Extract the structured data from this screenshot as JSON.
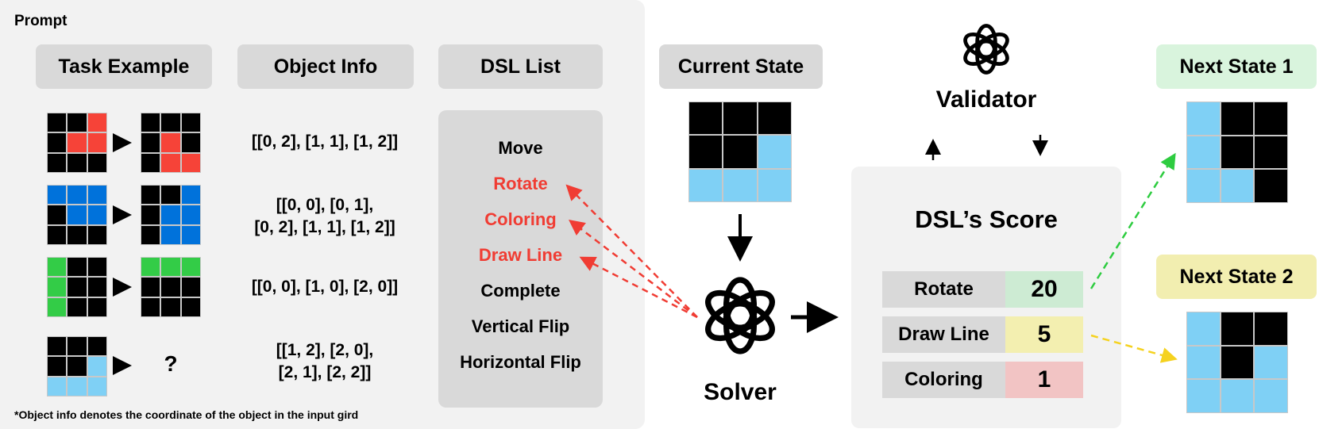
{
  "prompt": {
    "title": "Prompt",
    "headers": {
      "task_example": "Task Example",
      "object_info": "Object Info",
      "dsl_list": "DSL List"
    },
    "object_info": [
      [
        "[[0, 2], [1, 1], [1, 2]]"
      ],
      [
        "[[0, 0], [0, 1],",
        "[0, 2], [1, 1], [1, 2]]"
      ],
      [
        "[[0, 0], [1, 0], [2, 0]]"
      ],
      [
        "[[1, 2], [2, 0],",
        "[2, 1], [2, 2]]"
      ]
    ],
    "question_mark": "?",
    "dsl_items": [
      {
        "label": "Move",
        "highlighted": false
      },
      {
        "label": "Rotate",
        "highlighted": true
      },
      {
        "label": "Coloring",
        "highlighted": true
      },
      {
        "label": "Draw Line",
        "highlighted": true
      },
      {
        "label": "Complete",
        "highlighted": false
      },
      {
        "label": "Vertical Flip",
        "highlighted": false
      },
      {
        "label": "Horizontal Flip",
        "highlighted": false
      }
    ],
    "footnote": "*Object info denotes the coordinate of the object in the input gird"
  },
  "current_state": {
    "header": "Current State"
  },
  "solver": {
    "label": "Solver"
  },
  "validator": {
    "label": "Validator"
  },
  "score": {
    "title": "DSL’s Score",
    "rows": [
      {
        "label": "Rotate",
        "value": "20"
      },
      {
        "label": "Draw Line",
        "value": "5"
      },
      {
        "label": "Coloring",
        "value": "1"
      }
    ]
  },
  "next_states": [
    {
      "header": "Next State 1"
    },
    {
      "header": "Next State 2"
    }
  ],
  "colors": {
    "black": "#000000",
    "red": "#f64338",
    "blue": "#0072db",
    "green": "#33cc47",
    "light_blue": "#7fd0f5",
    "highlight_red": "#f03c33",
    "score_green": "#cdebd3",
    "score_yellow": "#f3efb0",
    "score_red": "#f2c4c4",
    "next1_bg": "#d9f4dd",
    "next2_bg": "#f2eeb0",
    "arrow_green": "#2ecc40",
    "arrow_yellow": "#f5d21f"
  },
  "grids": {
    "ex1_in": [
      "K",
      "K",
      "R",
      "K",
      "R",
      "R",
      "K",
      "K",
      "K"
    ],
    "ex1_out": [
      "K",
      "K",
      "K",
      "K",
      "R",
      "K",
      "K",
      "R",
      "R"
    ],
    "ex2_in": [
      "B",
      "B",
      "B",
      "K",
      "B",
      "B",
      "K",
      "K",
      "K"
    ],
    "ex2_out": [
      "K",
      "K",
      "B",
      "K",
      "B",
      "B",
      "K",
      "B",
      "B"
    ],
    "ex3_in": [
      "G",
      "K",
      "K",
      "G",
      "K",
      "K",
      "G",
      "K",
      "K"
    ],
    "ex3_out": [
      "G",
      "G",
      "G",
      "K",
      "K",
      "K",
      "K",
      "K",
      "K"
    ],
    "test_in": [
      "K",
      "K",
      "K",
      "K",
      "K",
      "L",
      "L",
      "L",
      "L"
    ],
    "current": [
      "K",
      "K",
      "K",
      "K",
      "K",
      "L",
      "L",
      "L",
      "L"
    ],
    "next1": [
      "L",
      "K",
      "K",
      "L",
      "K",
      "K",
      "L",
      "L",
      "K"
    ],
    "next2": [
      "L",
      "K",
      "K",
      "L",
      "K",
      "L",
      "L",
      "L",
      "L"
    ]
  }
}
